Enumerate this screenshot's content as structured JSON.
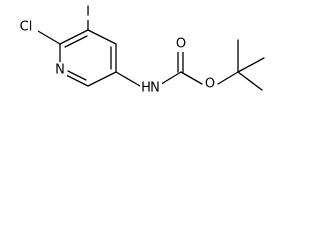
{
  "molecule": {
    "atoms": {
      "chlorine": "Cl",
      "iodine": "I",
      "pyridine_nitrogen": "N",
      "amide_nitrogen": "H",
      "amide_nitrogen_n": "N",
      "carbonyl_oxygen": "O",
      "ester_oxygen": "O"
    }
  },
  "colors": {
    "bond": "#000000",
    "label": "#000000",
    "background": "#ffffff"
  }
}
